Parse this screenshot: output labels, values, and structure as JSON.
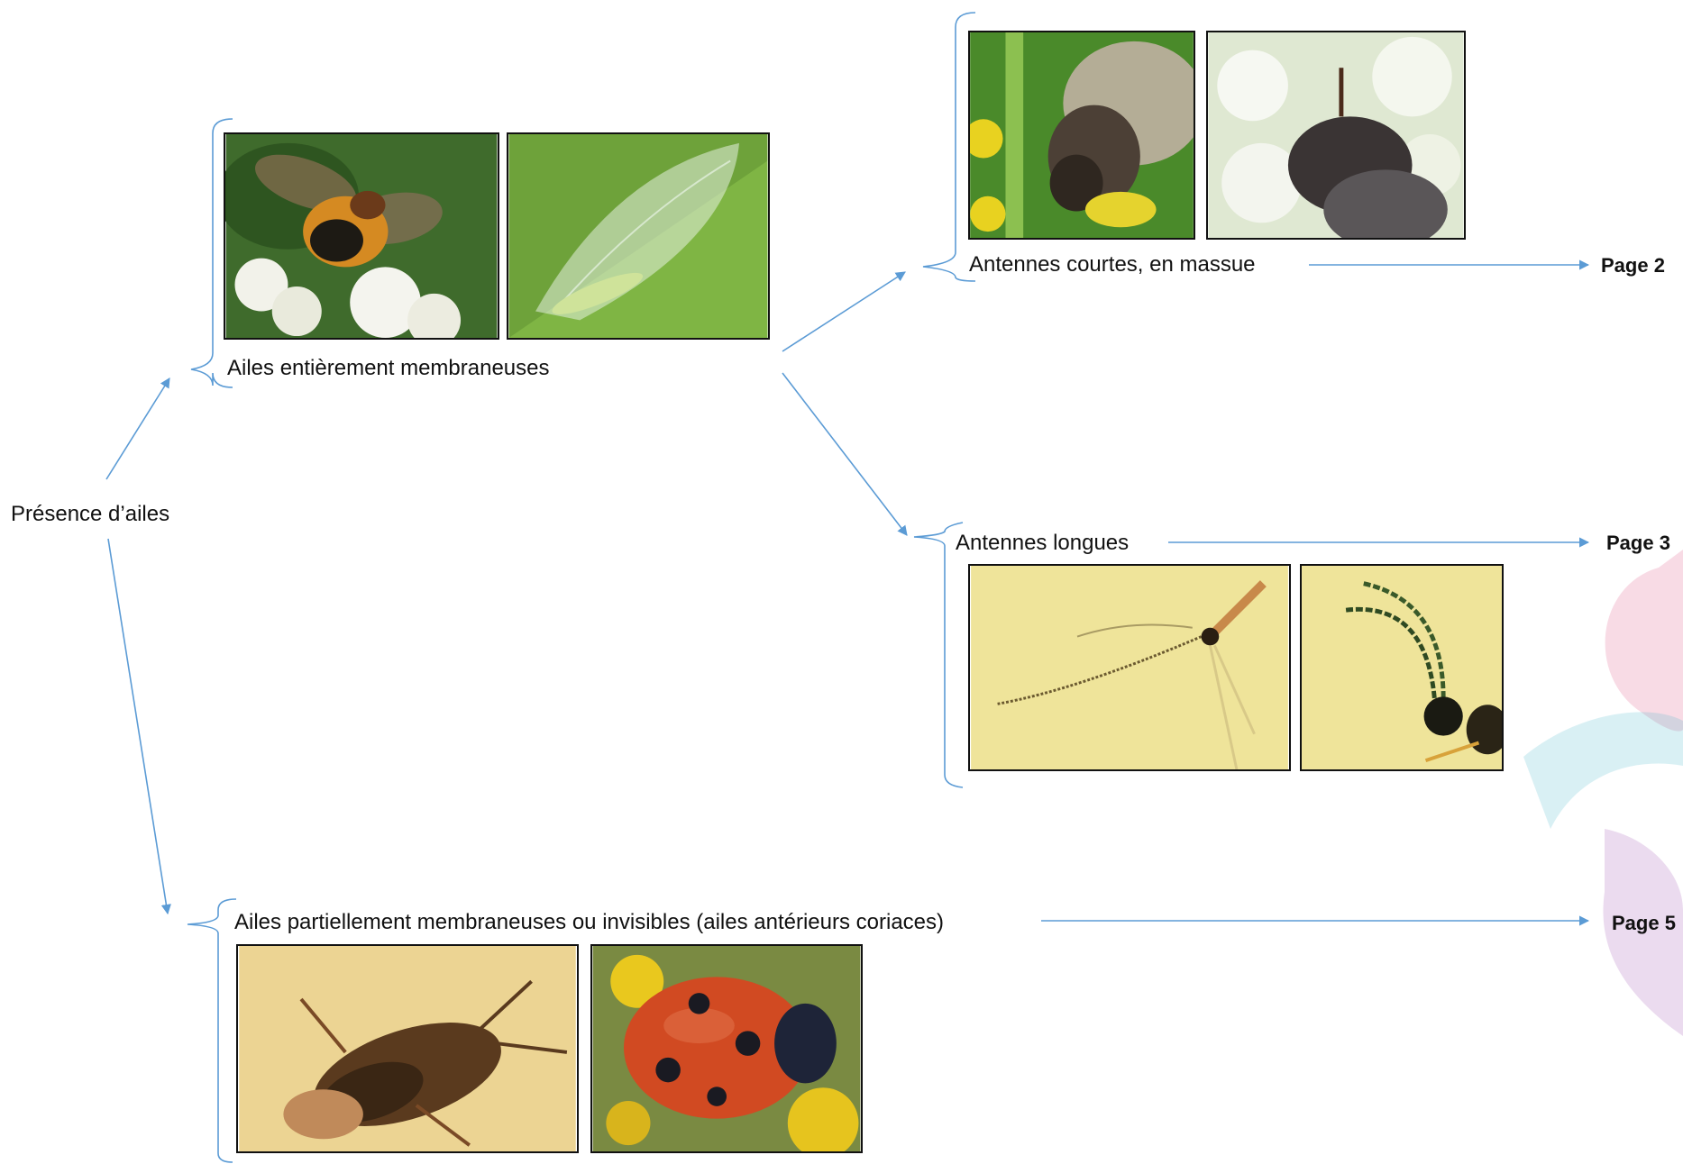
{
  "root": {
    "label": "Présence d’ailes"
  },
  "branch_membranous": {
    "label": "Ailes entièrement membraneuses"
  },
  "branch_short_antennae": {
    "label": "Antennes courtes, en massue",
    "page": "Page 2"
  },
  "branch_long_antennae": {
    "label": "Antennes longues",
    "page": "Page 3"
  },
  "branch_partial": {
    "label": "Ailes partiellement membraneuses ou invisibles (ailes antérieurs coriaces)",
    "page": "Page 5"
  },
  "icons": {
    "photos": [
      "fly-photo-icon",
      "lacewing-photo-icon",
      "hoverfly-head-photo-icon",
      "fly-on-flowers-photo-icon",
      "midge-antennae-photo-icon",
      "wasp-antennae-photo-icon",
      "bug-photo-icon",
      "ladybird-photo-icon"
    ]
  },
  "colors": {
    "arrow": "#5b9bd5",
    "frame": "#111111"
  }
}
